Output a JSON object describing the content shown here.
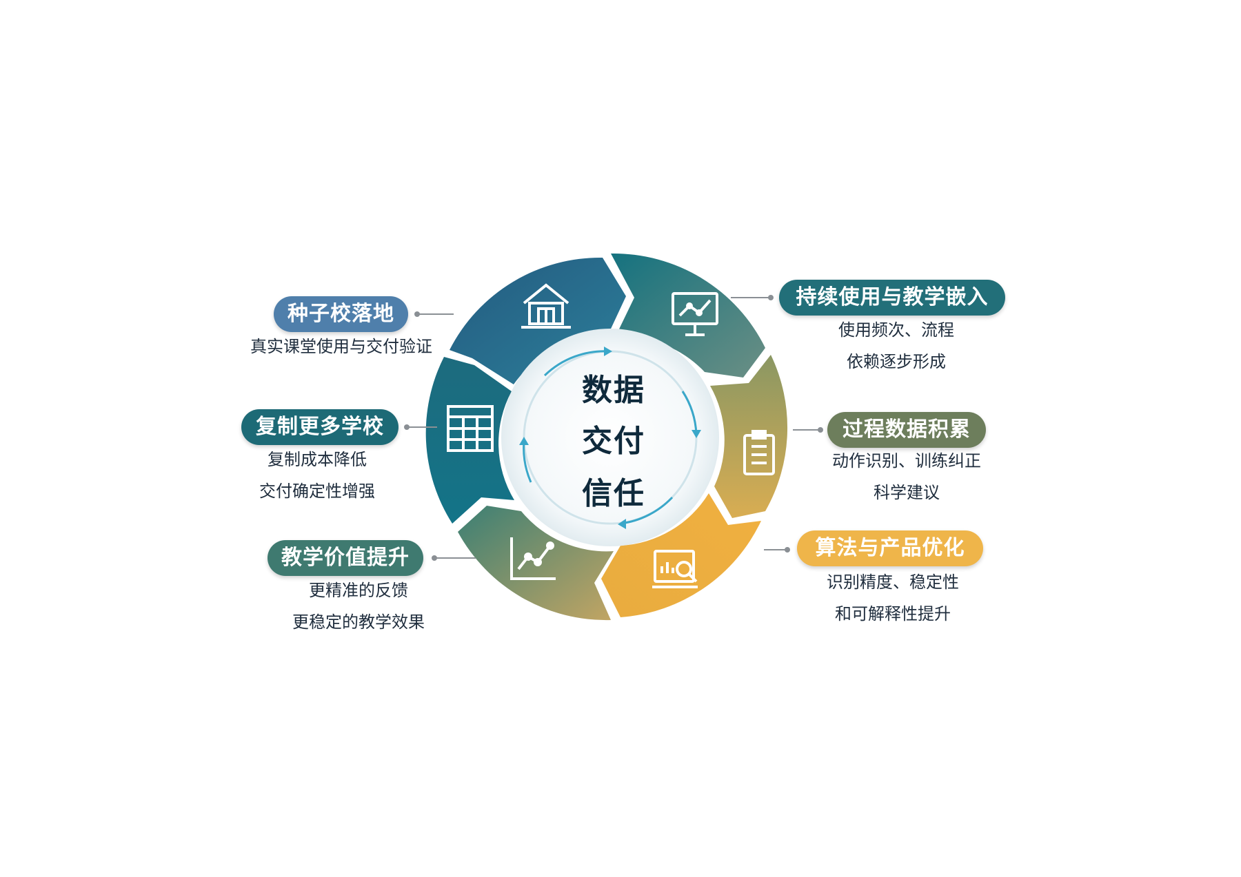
{
  "center": {
    "line1": "数据",
    "line2": "交付",
    "line3": "信任"
  },
  "stages": [
    {
      "title": "种子校落地",
      "lines": [
        "真实课堂使用与交付验证"
      ],
      "color": "#4f7fab",
      "icon": "school-building-icon"
    },
    {
      "title": "持续使用与教学嵌入",
      "lines": [
        "使用频次、流程",
        "依赖逐步形成"
      ],
      "color": "#226f79",
      "icon": "monitor-chart-icon"
    },
    {
      "title": "过程数据积累",
      "lines": [
        "动作识别、训练纠正",
        "科学建议"
      ],
      "color": "#6d7e5c",
      "icon": "clipboard-checklist-icon"
    },
    {
      "title": "算法与产品优化",
      "lines": [
        "识别精度、稳定性",
        "和可解释性提升"
      ],
      "color": "#efb54a",
      "icon": "magnifier-report-icon"
    },
    {
      "title": "教学价值提升",
      "lines": [
        "更精准的反馈",
        "更稳定的教学效果"
      ],
      "color": "#3f7a70",
      "icon": "line-graph-icon"
    },
    {
      "title": "复制更多学校",
      "lines": [
        "复制成本降低",
        "交付确定性增强"
      ],
      "color": "#1d6a76",
      "icon": "spreadsheet-icon"
    }
  ],
  "colors": {
    "teal_dark": "#1f5f7a",
    "teal": "#1e7f8c",
    "olive": "#8a9661",
    "gold": "#e7a93a",
    "center_text": "#0f2a3c",
    "arrow": "#3aa7c9"
  }
}
